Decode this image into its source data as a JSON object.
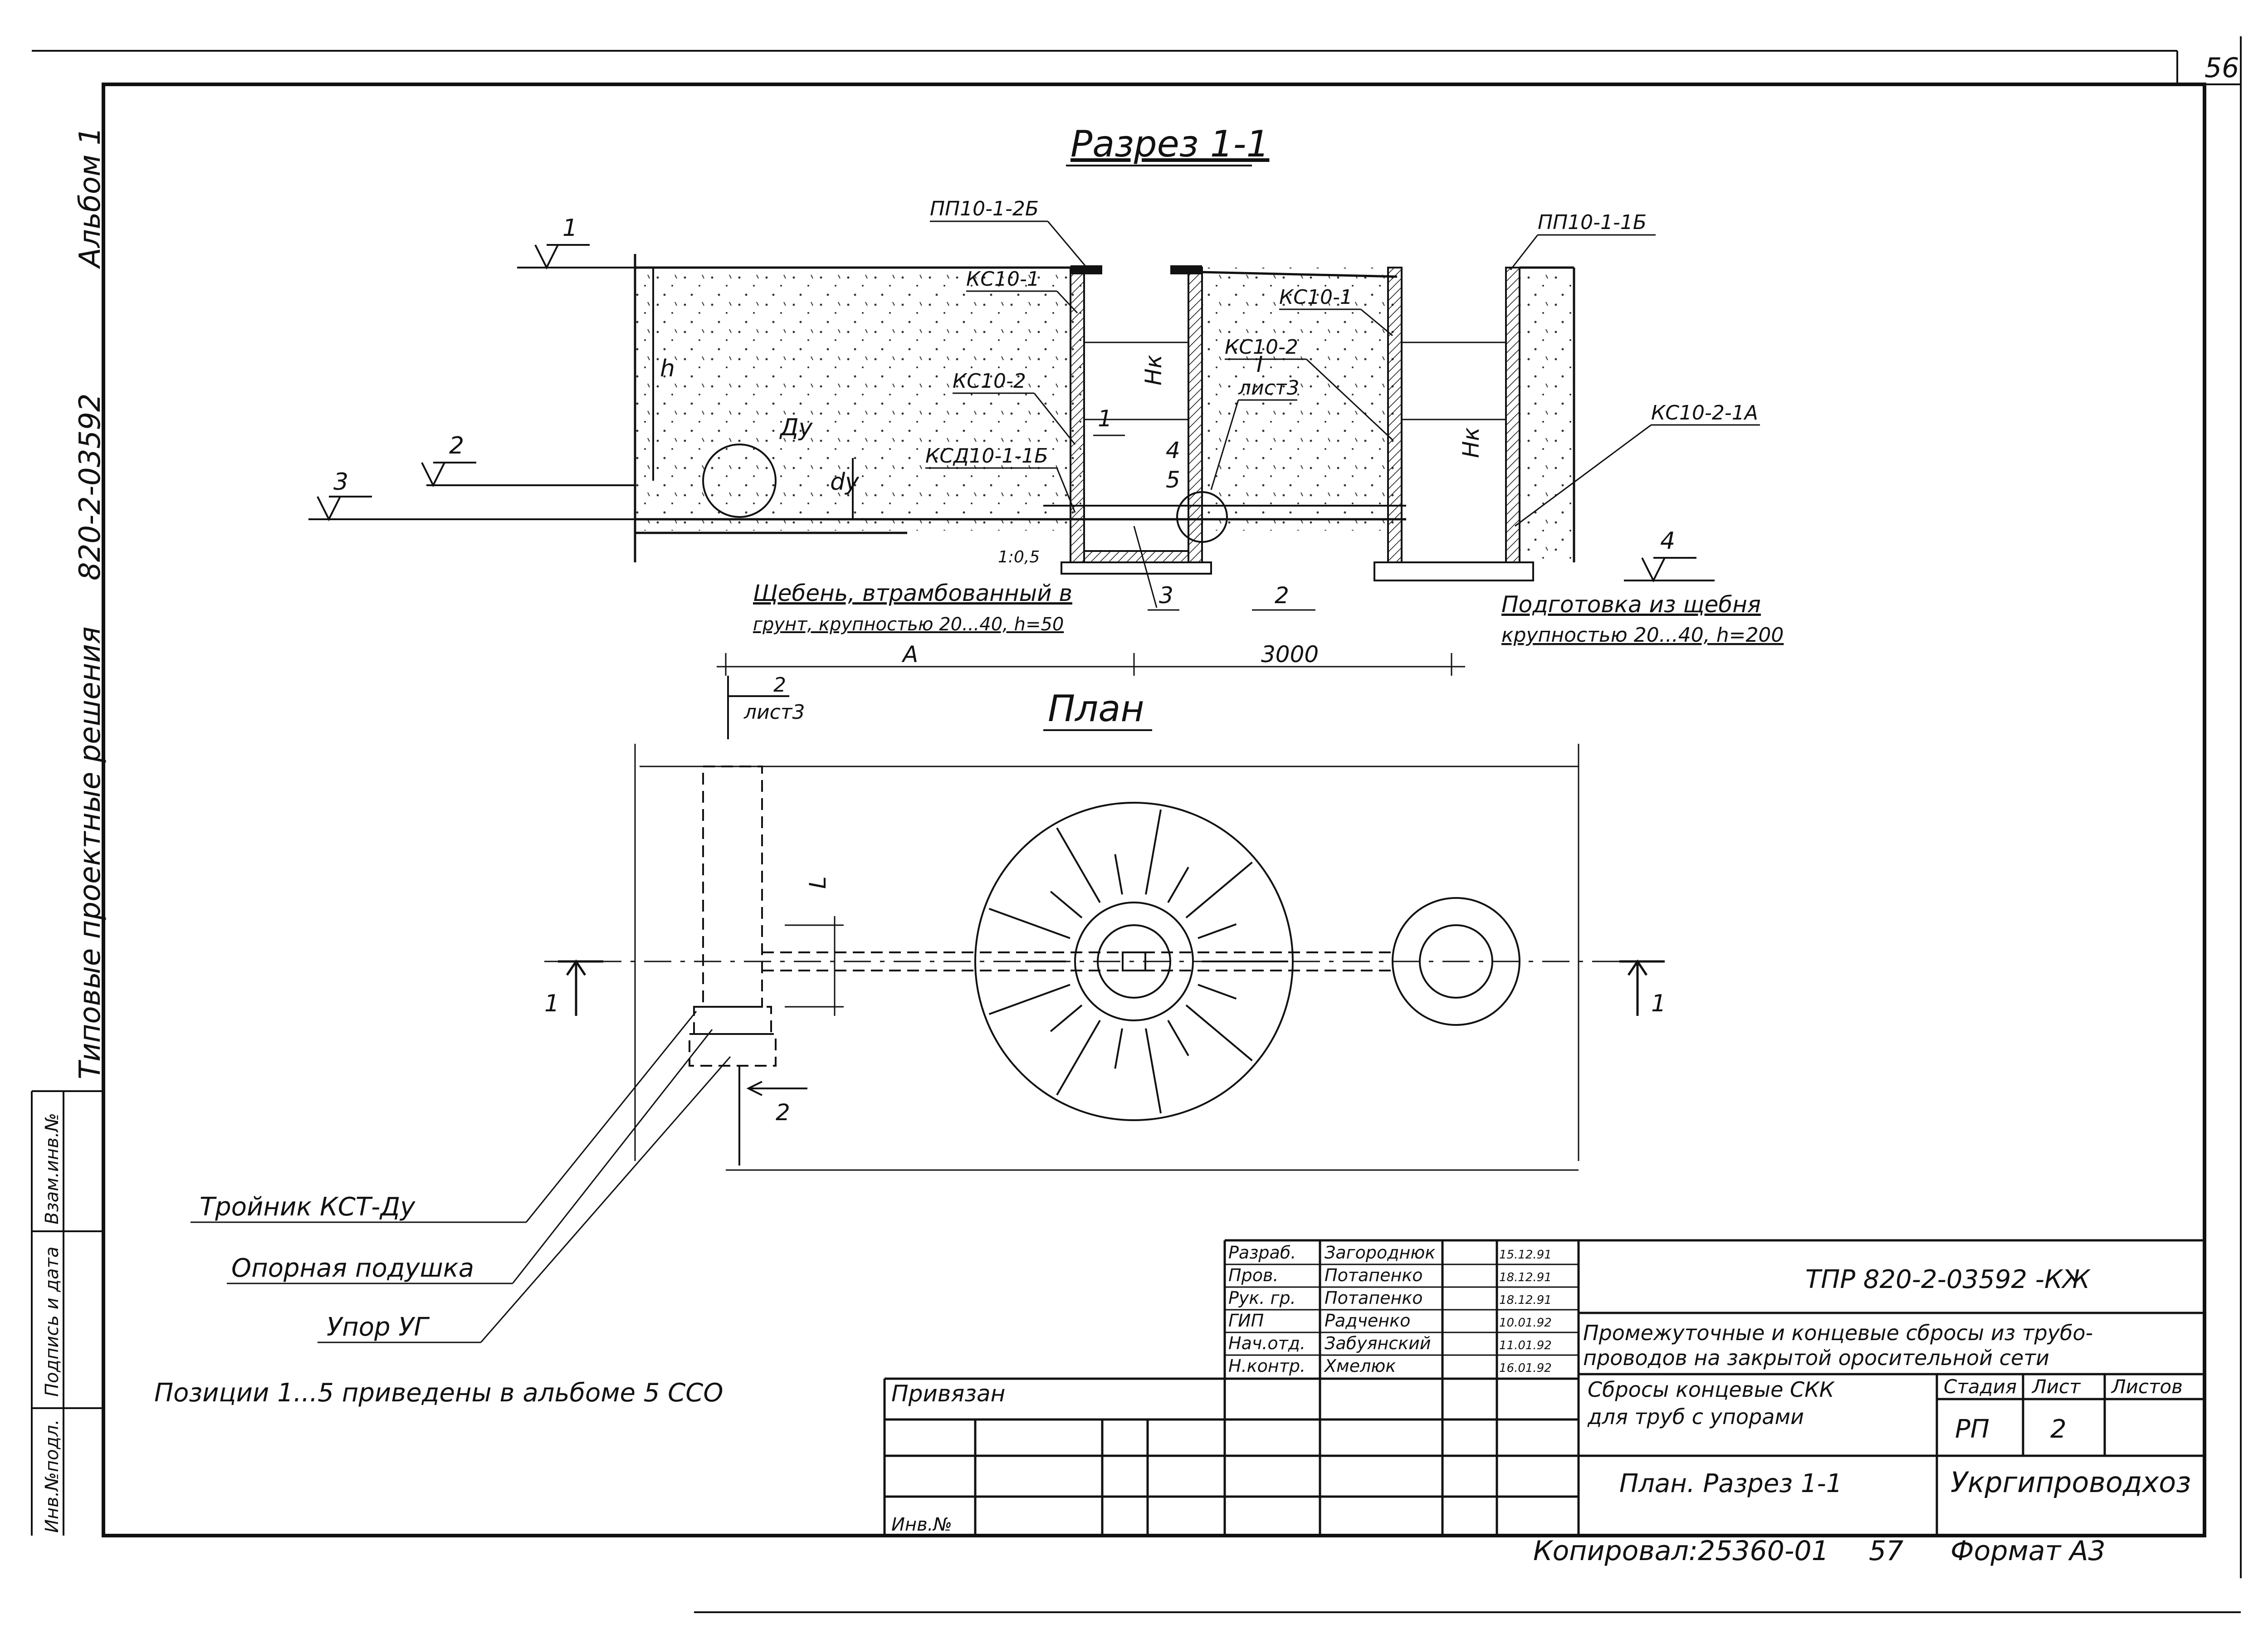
{
  "sheet": {
    "page_number": "56",
    "copied": "Копировал:25360-01",
    "copied_no": "57",
    "format": "Формат А3"
  },
  "margin": {
    "album": "Альбом 1",
    "doc_code": "820-2-03592",
    "series": "Типовые проектные решения",
    "stamp_inv_orig": "Инв.№подл.",
    "stamp_sign_date": "Подпись и дата",
    "stamp_inv_repl": "Взам.инв.№"
  },
  "section": {
    "title": "Разрез 1-1",
    "pp_left": "ПП10-1-2Б",
    "pp_right": "ПП10-1-1Б",
    "ks1_left": "КС10-1",
    "ks1_right": "КС10-1",
    "ks2_left": "КС10-2",
    "ks2_right": "КС10-2",
    "ksd": "КСД10-1-1Б",
    "ks_a": "КС10-2-1А",
    "du": "Ду",
    "dy": "dy",
    "h": "h",
    "hk_left": "Нк",
    "hk_right": "Нк",
    "node_I": "I",
    "node_sheet": "лист3",
    "slope": "1:0,5",
    "pos_1": "1",
    "pos_2": "2",
    "pos_3": "3",
    "pos_4": "4",
    "pos_5": "5",
    "level_1": "1",
    "level_2": "2",
    "level_3": "3",
    "level_4": "4",
    "gravel_l1": "Щебень, втрамбованный в",
    "gravel_l2": "грунт, крупностью 20...40, h=50",
    "prep_l1": "Подготовка из щебня",
    "prep_l2": "крупностью 20...40, h=200",
    "dim_A": "А",
    "dim_3000": "3000"
  },
  "plan": {
    "title": "План",
    "cut_ref_num": "2",
    "cut_ref_sheet": "лист3",
    "dim_L": "L",
    "cut_left": "1",
    "cut_right": "1",
    "arrow_2": "2",
    "label_tee": "Тройник КСТ-Ду",
    "label_pad": "Опорная подушка",
    "label_stop": "Упор УГ"
  },
  "note": "Позиции 1...5 приведены в альбоме 5 ССО",
  "title_block": {
    "rows": [
      {
        "role": "Разраб.",
        "name": "Загороднюк",
        "date": "15.12.91"
      },
      {
        "role": "Пров.",
        "name": "Потапенко",
        "date": "18.12.91"
      },
      {
        "role": "Рук. гр.",
        "name": "Потапенко",
        "date": "18.12.91"
      },
      {
        "role": "ГИП",
        "name": "Радченко",
        "date": "10.01.92"
      },
      {
        "role": "Нач.отд.",
        "name": "Забуянский",
        "date": "11.01.92"
      },
      {
        "role": "Н.контр.",
        "name": "Хмелюк",
        "date": "16.01.92"
      }
    ],
    "designation": "ТПР 820-2-03592 -КЖ",
    "project_l1": "Промежуточные и концевые сбросы из трубо-",
    "project_l2": "проводов на закрытой оросительной сети",
    "item_l1": "Сбросы концевые СКК",
    "item_l2": "для труб с упорами",
    "sheet_title": "План. Разрез 1-1",
    "organization": "Укргипроводхоз",
    "stage_head": "Стадия",
    "sheet_head": "Лист",
    "sheets_head": "Листов",
    "stage": "РП",
    "sheet_no": "2",
    "sheets": "",
    "bound": "Привязан",
    "inv_no": "Инв.№"
  }
}
